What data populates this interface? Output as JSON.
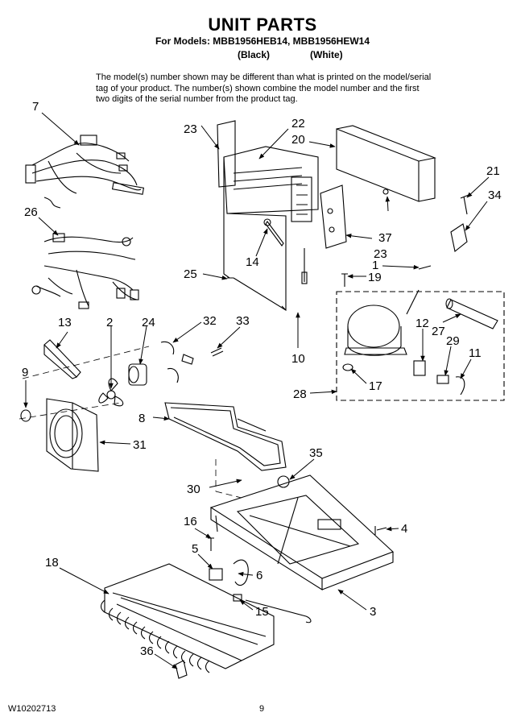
{
  "header": {
    "title": "UNIT PARTS",
    "models": "For Models: MBB1956HEB14, MBB1956HEW14",
    "variant_black": "(Black)",
    "variant_white": "(White)"
  },
  "note": "The model(s) number shown may be different than what is printed on the model/serial tag of your product. The number(s) shown combine the model number and the first two digits of the serial number from the product tag.",
  "callouts": {
    "c1": "1",
    "c2": "2",
    "c3": "3",
    "c4": "4",
    "c5": "5",
    "c6": "6",
    "c7": "7",
    "c8": "8",
    "c9": "9",
    "c10": "10",
    "c11": "11",
    "c12": "12",
    "c13": "13",
    "c14": "14",
    "c15": "15",
    "c16": "16",
    "c17": "17",
    "c18": "18",
    "c19": "19",
    "c20": "20",
    "c21": "21",
    "c22": "22",
    "c23a": "23",
    "c23b": "23",
    "c24": "24",
    "c25": "25",
    "c26": "26",
    "c27": "27",
    "c28": "28",
    "c29": "29",
    "c30": "30",
    "c31": "31",
    "c32": "32",
    "c33": "33",
    "c34": "34",
    "c35": "35",
    "c36": "36",
    "c37": "37"
  },
  "footer": {
    "doc_number": "W10202713",
    "page_number": "9"
  }
}
